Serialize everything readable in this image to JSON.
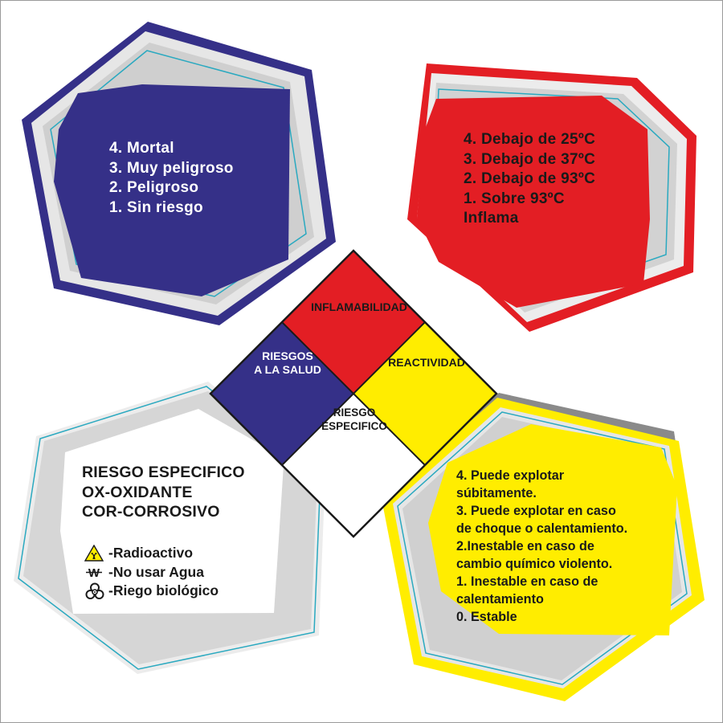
{
  "colors": {
    "health": "#353088",
    "fire": "#e31e24",
    "reactivity": "#ffed00",
    "special": "#ffffff",
    "teal_trim": "#2aa9c0"
  },
  "diamond": {
    "fire_label": "INFLAMABILIDAD",
    "health_label_lines": [
      "RIESGOS",
      "A LA SALUD"
    ],
    "reactivity_label": "REACTIVIDAD",
    "special_label_lines": [
      "RIESGO",
      "ESPECIFICO"
    ]
  },
  "health_panel": {
    "lines": [
      "4. Mortal",
      "3. Muy peligroso",
      "2. Peligroso",
      "1. Sin riesgo"
    ]
  },
  "fire_panel": {
    "lines": [
      "4. Debajo de 25ºC",
      "3. Debajo de 37ºC",
      "2. Debajo de 93ºC",
      "1. Sobre 93ºC",
      "Inflama"
    ]
  },
  "reactivity_panel": {
    "lines": [
      "4. Puede explotar",
      "súbitamente.",
      "3. Puede explotar en caso",
      "de choque o calentamiento.",
      "2.Inestable en caso de",
      "cambio químico violento.",
      "1. Inestable en caso de",
      "calentamiento",
      "0. Estable"
    ]
  },
  "special_panel": {
    "lines": [
      "RIESGO ESPECIFICO",
      "OX-OXIDANTE",
      "COR-CORROSIVO"
    ],
    "legend": [
      {
        "icon": "radiation-icon",
        "text": "-Radioactivo"
      },
      {
        "icon": "no-water-icon",
        "glyph": "W",
        "text": "-No usar Agua"
      },
      {
        "icon": "biohazard-icon",
        "text": "-Riego biológico"
      }
    ]
  }
}
